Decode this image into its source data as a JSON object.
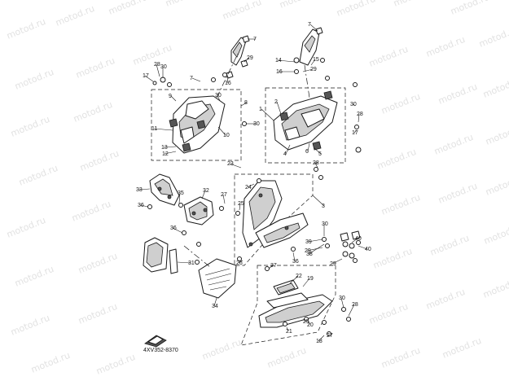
{
  "watermark": {
    "text": "motod.ru"
  },
  "diagram": {
    "code": "4XV352-8370"
  },
  "callouts": [
    {
      "label": "1"
    },
    {
      "label": "2"
    },
    {
      "label": "3"
    },
    {
      "label": "4"
    },
    {
      "label": "5"
    },
    {
      "label": "6"
    },
    {
      "label": "7"
    },
    {
      "label": "7"
    },
    {
      "label": "7"
    },
    {
      "label": "8"
    },
    {
      "label": "9"
    },
    {
      "label": "10"
    },
    {
      "label": "11"
    },
    {
      "label": "12"
    },
    {
      "label": "13"
    },
    {
      "label": "14"
    },
    {
      "label": "15"
    },
    {
      "label": "16"
    },
    {
      "label": "16"
    },
    {
      "label": "17"
    },
    {
      "label": "17"
    },
    {
      "label": "18"
    },
    {
      "label": "19"
    },
    {
      "label": "20"
    },
    {
      "label": "21"
    },
    {
      "label": "22"
    },
    {
      "label": "23"
    },
    {
      "label": "24"
    },
    {
      "label": "25"
    },
    {
      "label": "25"
    },
    {
      "label": "26"
    },
    {
      "label": "27"
    },
    {
      "label": "27"
    },
    {
      "label": "28"
    },
    {
      "label": "28"
    },
    {
      "label": "28"
    },
    {
      "label": "28"
    },
    {
      "label": "29"
    },
    {
      "label": "29"
    },
    {
      "label": "29"
    },
    {
      "label": "29"
    },
    {
      "label": "30"
    },
    {
      "label": "30"
    },
    {
      "label": "30"
    },
    {
      "label": "30"
    },
    {
      "label": "30"
    },
    {
      "label": "30"
    },
    {
      "label": "31"
    },
    {
      "label": "32"
    },
    {
      "label": "33"
    },
    {
      "label": "34"
    },
    {
      "label": "35"
    },
    {
      "label": "36"
    },
    {
      "label": "36"
    },
    {
      "label": "36"
    },
    {
      "label": "37"
    },
    {
      "label": "38"
    },
    {
      "label": "39"
    },
    {
      "label": "40"
    },
    {
      "label": "40"
    }
  ]
}
